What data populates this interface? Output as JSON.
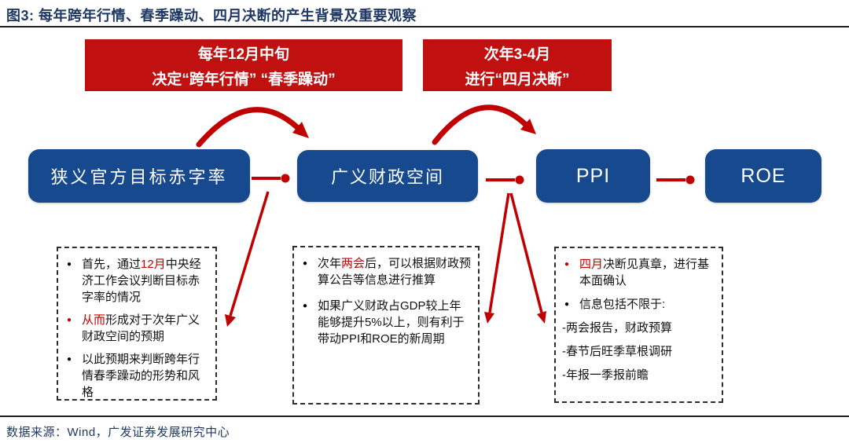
{
  "header": {
    "title": "图3: 每年跨年行情、春季躁动、四月决断的产生背景及重要观察"
  },
  "banners": [
    {
      "lines": [
        "每年12月中旬",
        "决定“跨年行情” “春季躁动”"
      ]
    },
    {
      "lines": [
        "次年3-4月",
        "进行“四月决断”"
      ]
    }
  ],
  "flow_boxes": [
    {
      "label": "狭义官方目标赤字率"
    },
    {
      "label": "广义财政空间"
    },
    {
      "label": "PPI"
    },
    {
      "label": "ROE"
    }
  ],
  "notes": [
    {
      "items": [
        {
          "bullet": "black",
          "segments": [
            {
              "t": "首先，通过"
            },
            {
              "t": "12月",
              "red": true
            },
            {
              "t": "中央经济工作会议判断目标赤字率的情况"
            }
          ]
        },
        {
          "bullet": "red",
          "segments": [
            {
              "t": "从而",
              "red": true
            },
            {
              "t": "形成对于次年广义财政空间的预期"
            }
          ]
        },
        {
          "bullet": "black",
          "segments": [
            {
              "t": "以此预期来判断跨年行情春季躁动的形势和风格"
            }
          ]
        }
      ]
    },
    {
      "items": [
        {
          "bullet": "black",
          "segments": [
            {
              "t": "次年"
            },
            {
              "t": "两会",
              "red": true
            },
            {
              "t": "后，可以根据财政预算公告等信息进行推算"
            }
          ]
        },
        {
          "bullet": "black",
          "segments": [
            {
              "t": "如果广义财政占GDP较上年能够提升5%以上，则有利于带动PPI和ROE的新周期"
            }
          ]
        }
      ]
    },
    {
      "items": [
        {
          "bullet": "red",
          "segments": [
            {
              "t": "四月",
              "red": true
            },
            {
              "t": "决断见真章，进行基本面确认"
            }
          ]
        },
        {
          "bullet": "black",
          "segments": [
            {
              "t": "信息包括不限于:"
            }
          ]
        },
        {
          "bullet": null,
          "segments": [
            {
              "t": "-两会报告，财政预算"
            }
          ]
        },
        {
          "bullet": null,
          "segments": [
            {
              "t": "-春节后旺季草根调研"
            }
          ]
        },
        {
          "bullet": null,
          "segments": [
            {
              "t": "-年报一季报前瞻"
            }
          ]
        }
      ]
    }
  ],
  "footer": {
    "source": "数据来源：Wind，广发证券发展研究中心"
  },
  "colors": {
    "navy_box": "#17498E",
    "banner_red": "#C11010",
    "arrow_red": "#C00000",
    "title_navy": "#1F3864",
    "note_border": "#2E2E2E",
    "divider": "#1F1F1F"
  }
}
